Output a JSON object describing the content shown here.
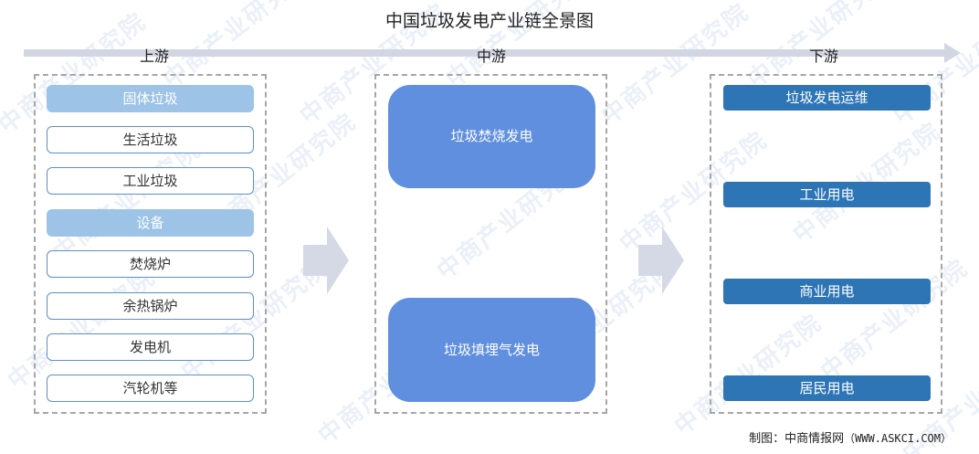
{
  "title": "中国垃圾发电产业链全景图",
  "stages": {
    "upstream": "上游",
    "midstream": "中游",
    "downstream": "下游"
  },
  "upstream": {
    "cat1": "固体垃圾",
    "items1": [
      "生活垃圾",
      "工业垃圾"
    ],
    "cat2": "设备",
    "items2": [
      "焚烧炉",
      "余热锅炉",
      "发电机",
      "汽轮机等"
    ]
  },
  "midstream": [
    "垃圾焚烧发电",
    "垃圾填埋气发电"
  ],
  "downstream": [
    "垃圾发电运维",
    "工业用电",
    "商业用电",
    "居民用电"
  ],
  "source": {
    "label": "制图：中商情报网",
    "url": "（WWW.ASKCI.COM）"
  },
  "watermark": "中商产业研究院"
}
